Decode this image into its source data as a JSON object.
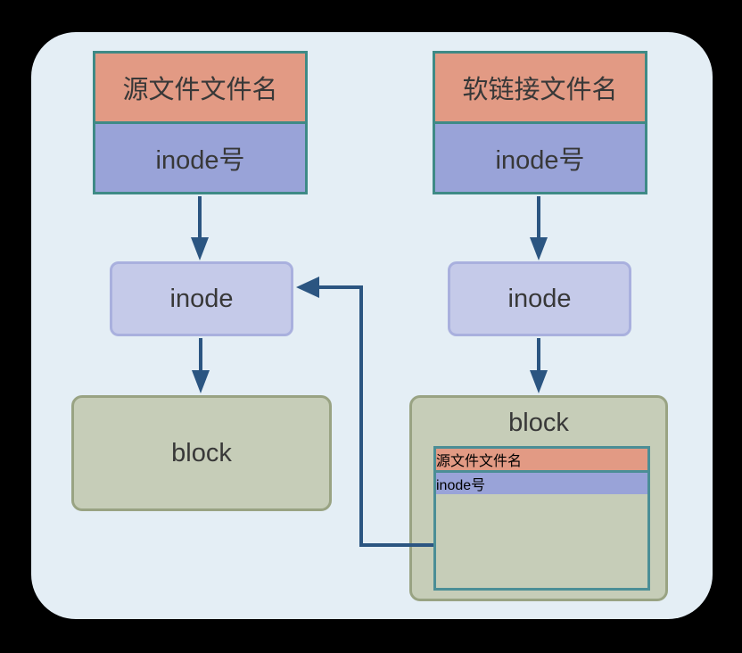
{
  "diagram": {
    "title_implied": "soft link file to source inode mapping",
    "source_file_entry": {
      "filename_label": "源文件文件名",
      "inode_label": "inode号"
    },
    "softlink_file_entry": {
      "filename_label": "软链接文件名",
      "inode_label": "inode号"
    },
    "source_inode": {
      "label": "inode"
    },
    "softlink_inode": {
      "label": "inode"
    },
    "source_block": {
      "label": "block"
    },
    "softlink_block": {
      "label": "block",
      "inner_entry": {
        "filename_label": "源文件文件名",
        "inode_label": "inode号"
      }
    }
  },
  "colors": {
    "page_background": "#000000",
    "panel_background": "#e4eef5",
    "filename_fill": "#e29a84",
    "inode_number_fill": "#99a3d8",
    "file_box_border": "#3e8a86",
    "inner_box_border": "#4b8e96",
    "inode_fill": "#c5cae9",
    "inode_border": "#a9b0de",
    "block_fill": "#c6cdb8",
    "block_border": "#99a383",
    "arrow": "#2b5581",
    "text": "#383838"
  }
}
